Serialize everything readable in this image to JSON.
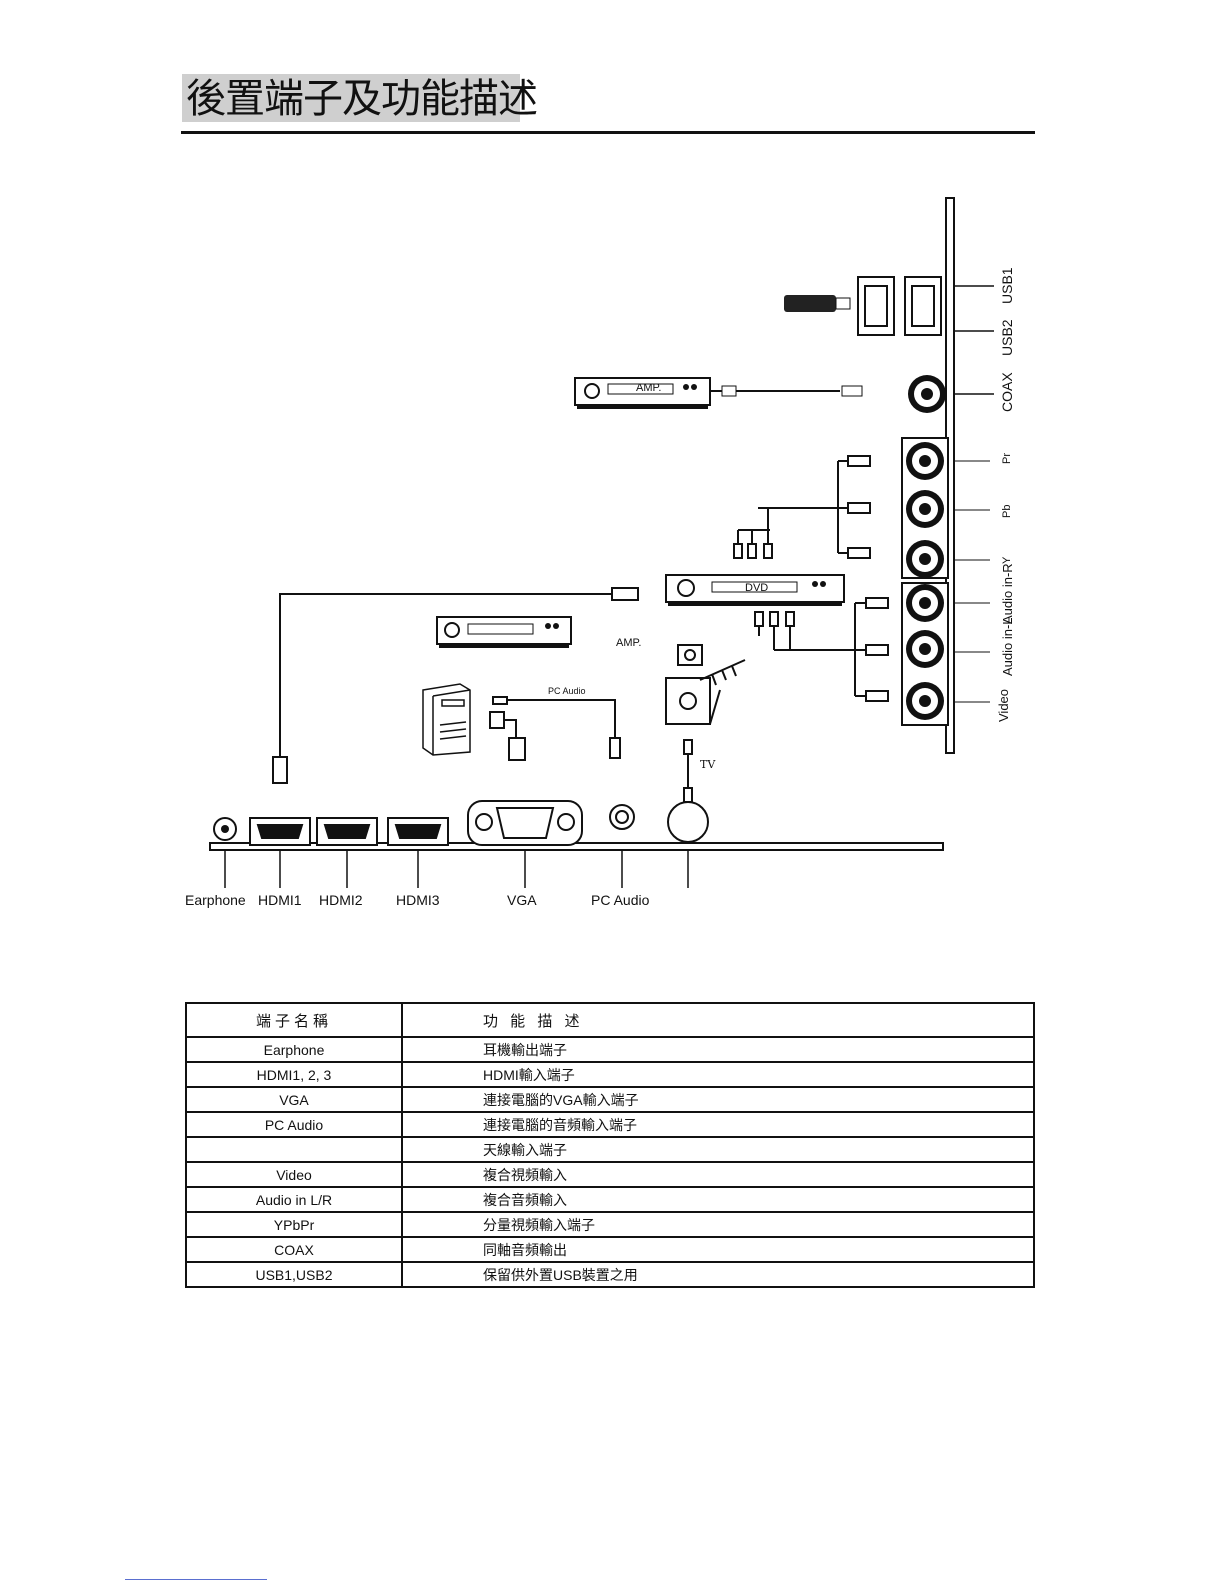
{
  "page_title": "後置端子及功能描述",
  "diagram": {
    "side_labels": [
      "USB1",
      "USB2",
      "COAX",
      "Pr",
      "Pb",
      "Y",
      "Audio in-R",
      "Audio in-L",
      "Video"
    ],
    "bottom_labels": [
      "Earphone",
      "HDMI1",
      "HDMI2",
      "HDMI3",
      "VGA",
      "PC Audio"
    ],
    "device_amp": "AMP.",
    "device_dvd": "DVD",
    "pc_audio_cable": "PC Audio",
    "tv_antenna": "TV"
  },
  "table": {
    "headers": [
      "端子名稱",
      "功 能 描 述"
    ],
    "rows": [
      [
        "Earphone",
        "耳機輸出端子"
      ],
      [
        "HDMI1, 2, 3",
        "HDMI輸入端子"
      ],
      [
        "VGA",
        "連接電腦的VGA輸入端子"
      ],
      [
        "PC Audio",
        "連接電腦的音頻輸入端子"
      ],
      [
        "",
        "天線輸入端子"
      ],
      [
        "Video",
        "複合視頻輸入"
      ],
      [
        "Audio in L/R",
        "複合音頻輸入"
      ],
      [
        "YPbPr",
        "分量視頻輸入端子"
      ],
      [
        "COAX",
        "同軸音頻輸出"
      ],
      [
        "USB1,USB2",
        "保留供外置USB裝置之用"
      ]
    ]
  }
}
